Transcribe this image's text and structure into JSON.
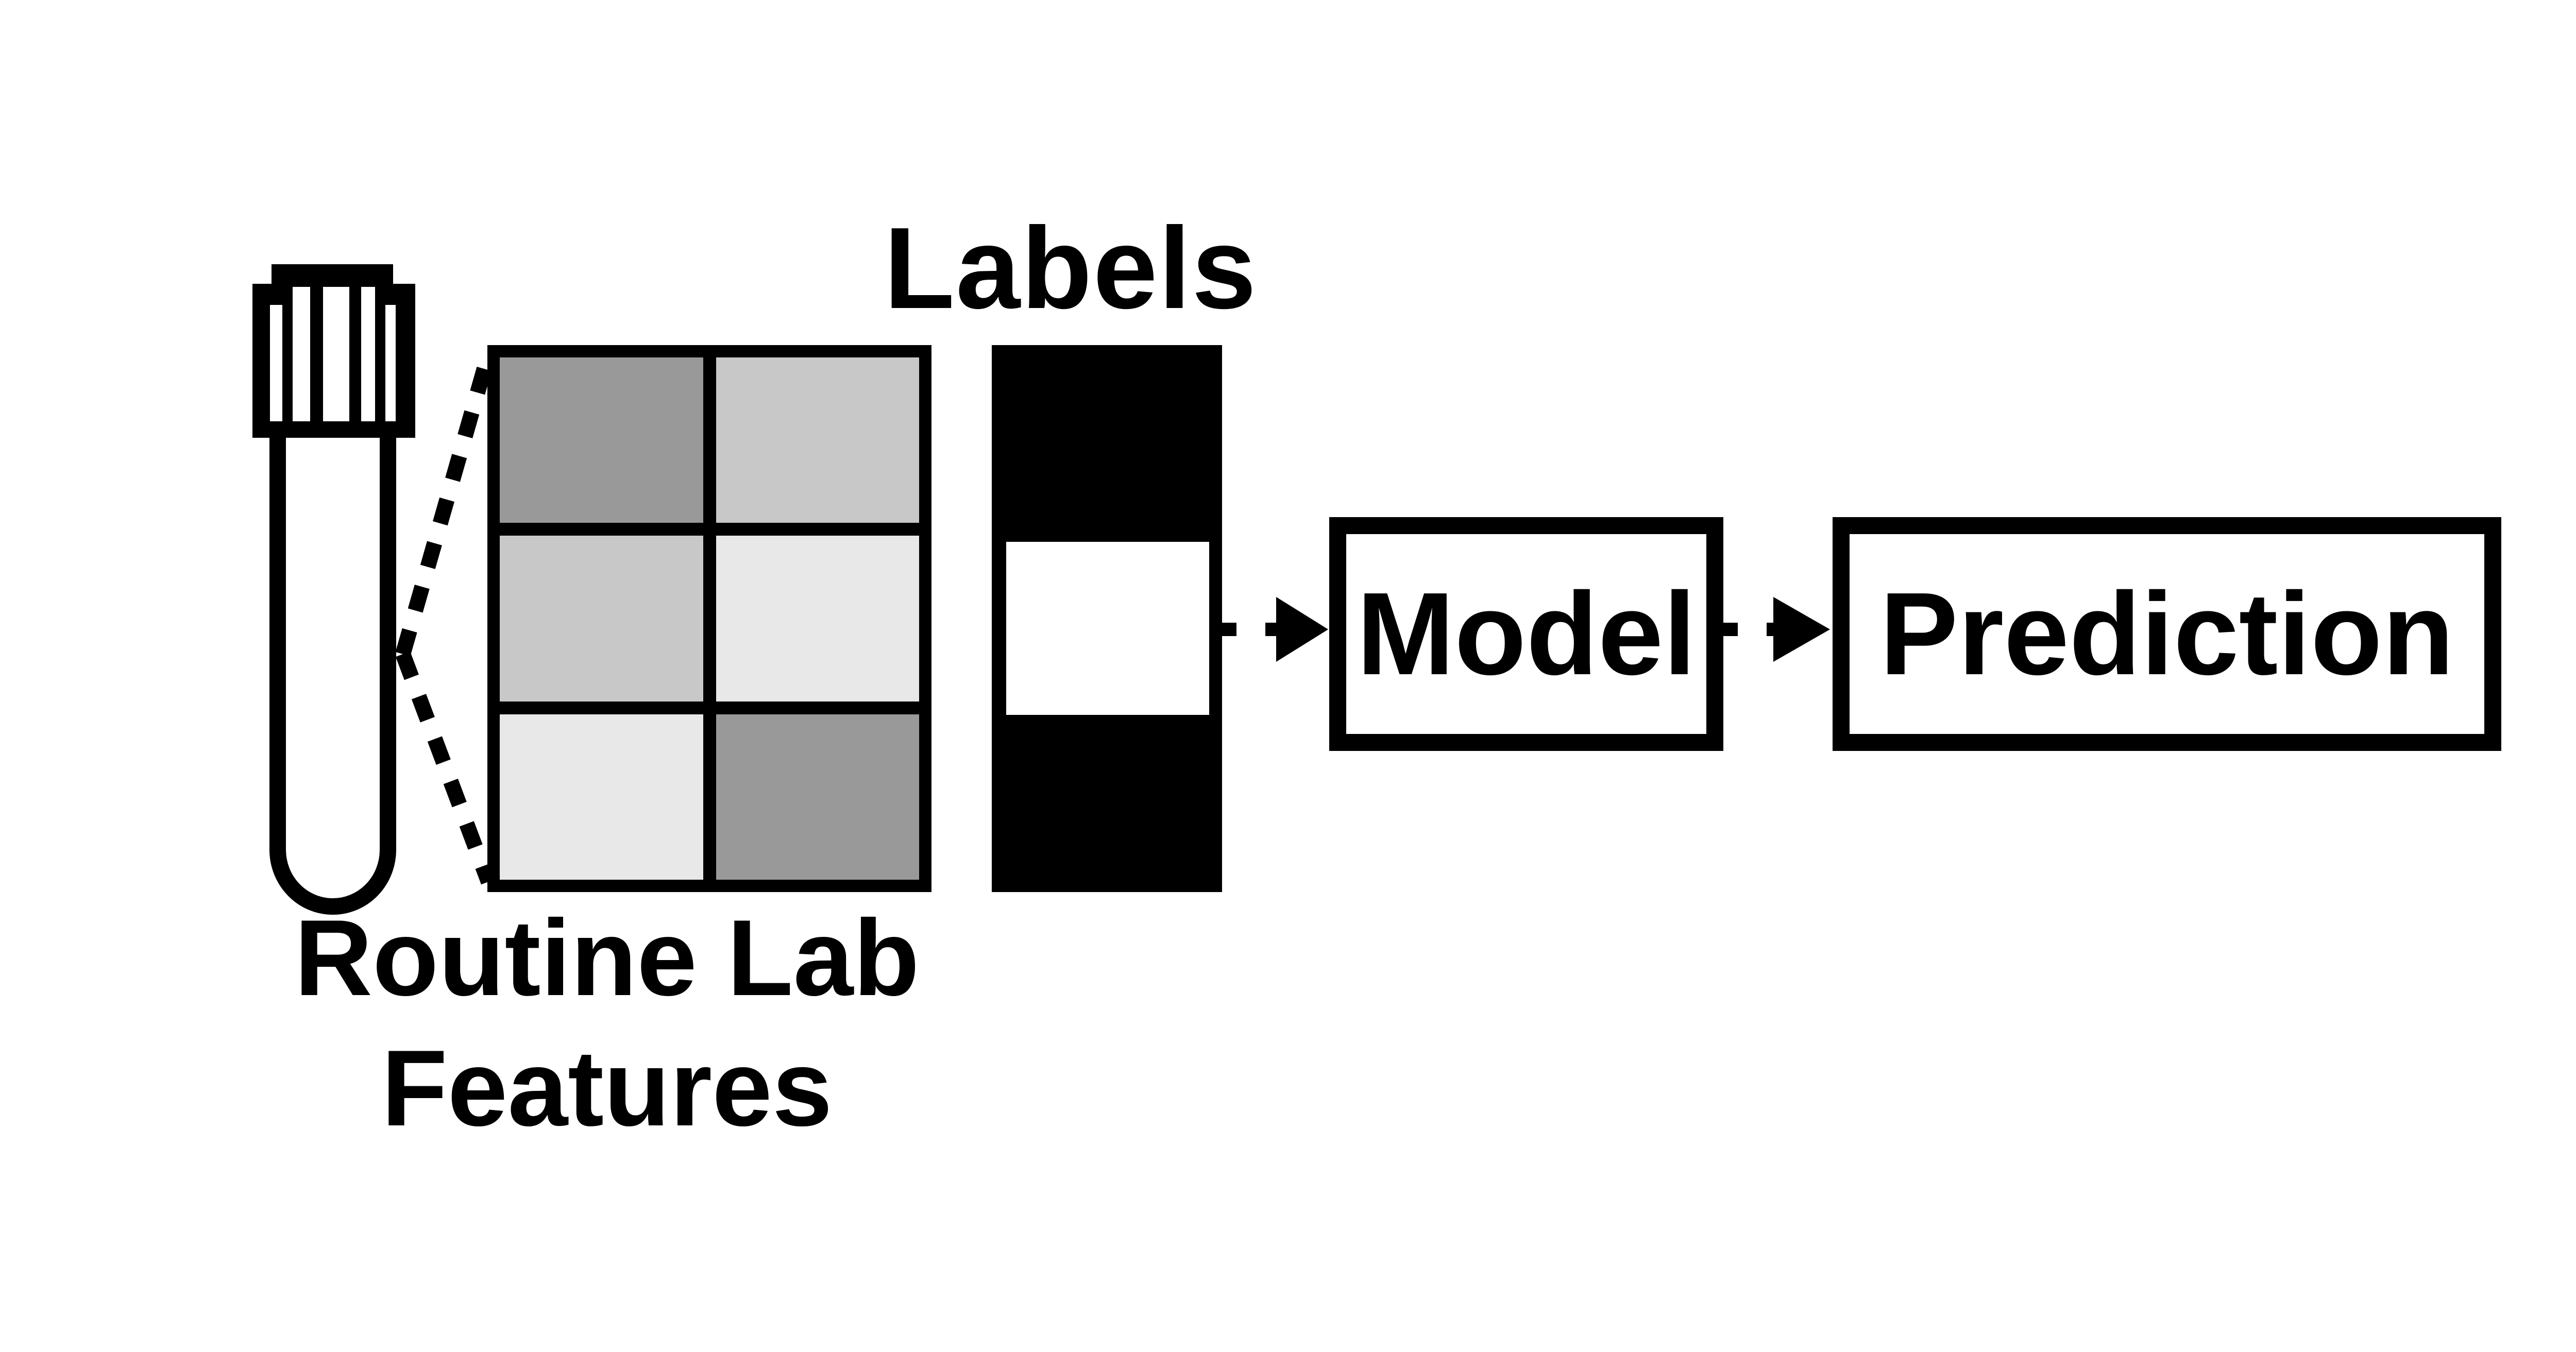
{
  "diagram": {
    "labels_title": "Labels",
    "caption_line1": "Routine Lab",
    "caption_line2": "Features",
    "model_label": "Model",
    "prediction_label": "Prediction"
  },
  "colors": {
    "ink": "#000000",
    "background": "#ffffff",
    "cell_dark_gray": "#999999",
    "cell_medium_gray": "#c8c8c8",
    "cell_light_gray": "#e8e8e8",
    "label_positive": "#000000",
    "label_negative": "#ffffff"
  },
  "feature_matrix": {
    "rows": 3,
    "cols": 2,
    "cells": [
      [
        "#999999",
        "#c8c8c8"
      ],
      [
        "#c8c8c8",
        "#e8e8e8"
      ],
      [
        "#e8e8e8",
        "#999999"
      ]
    ]
  },
  "label_vector": [
    "#000000",
    "#ffffff",
    "#000000"
  ],
  "icons": [
    "test-tube-icon",
    "right-arrowhead-icon"
  ]
}
